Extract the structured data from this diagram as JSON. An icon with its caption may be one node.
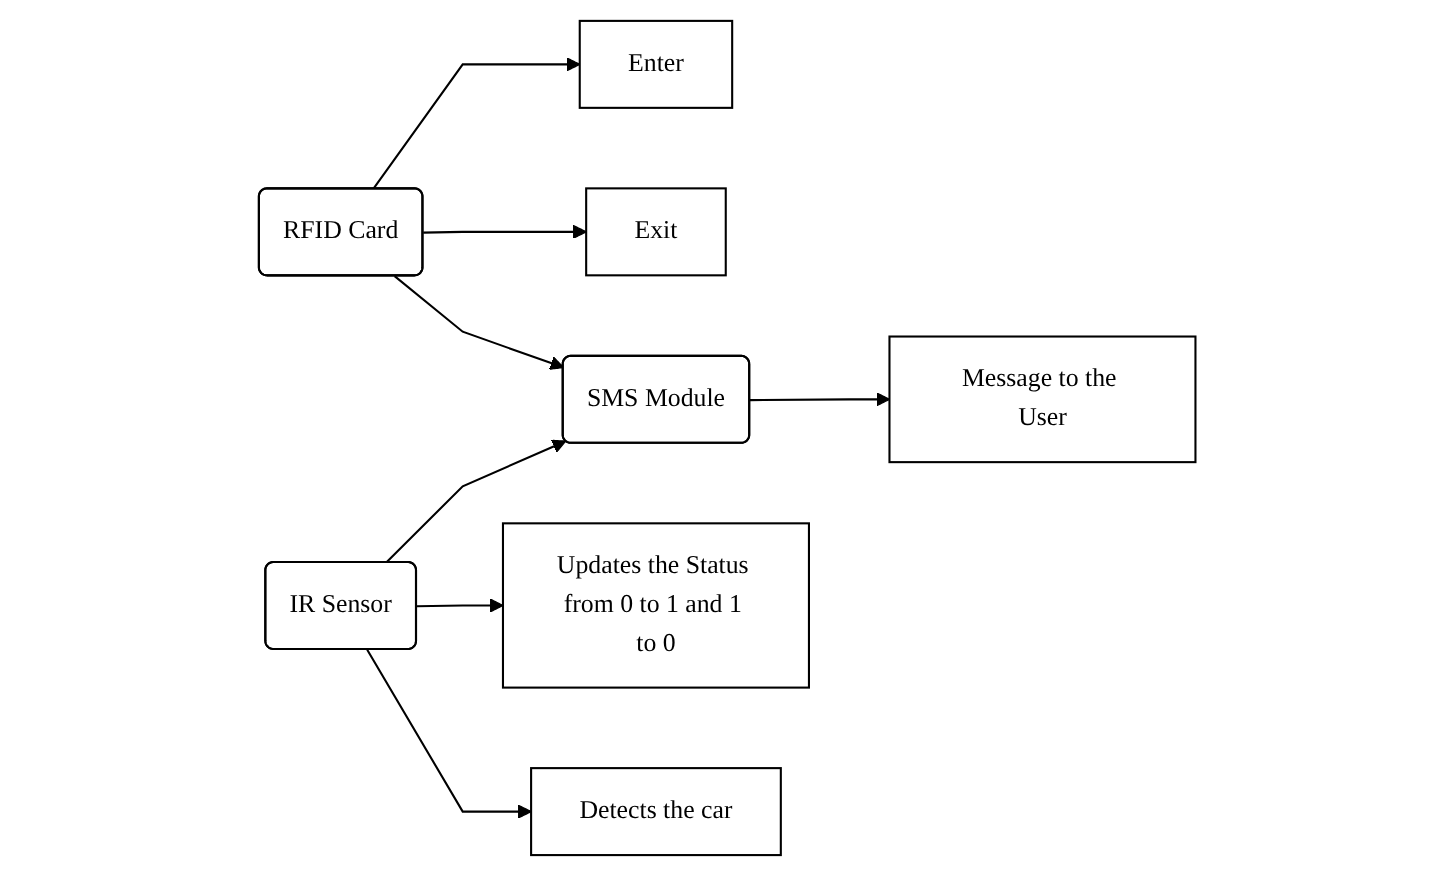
{
  "diagram": {
    "nodes": [
      {
        "text": [
          "RFID Card"
        ]
      },
      {
        "text": [
          "Enter"
        ]
      },
      {
        "text": [
          "Exit"
        ]
      },
      {
        "text": [
          "SMS Module"
        ]
      },
      {
        "text": [
          "Message to the User"
        ]
      },
      {
        "text": [
          "IR Sensor"
        ]
      },
      {
        "text": [
          "Updates the Status from 0 to 1 and 1 to 0"
        ]
      },
      {
        "text": [
          "Detects the car"
        ]
      }
    ],
    "edges": [
      {
        "from": 0,
        "to": 1,
        "arrow": "to"
      },
      {
        "from": 0,
        "to": 2,
        "arrow": "to"
      },
      {
        "from": 0,
        "to": 3,
        "arrow": "to"
      },
      {
        "from": 3,
        "to": 4,
        "arrow": "to"
      },
      {
        "from": 5,
        "to": 3,
        "arrow": "to"
      },
      {
        "from": 5,
        "to": 6,
        "arrow": "to"
      },
      {
        "from": 5,
        "to": 7,
        "arrow": "to"
      }
    ]
  }
}
